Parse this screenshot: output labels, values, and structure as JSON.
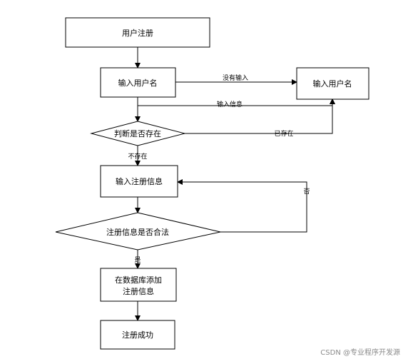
{
  "nodes": {
    "register": "用户注册",
    "input_username": "输入用户名",
    "input_username_right": "输入用户名",
    "check_exists": "判断是否存在",
    "input_info": "输入注册信息",
    "check_valid": "注册信息是否合法",
    "add_db_line1": "在数据库添加",
    "add_db_line2": "注册信息",
    "success": "注册成功"
  },
  "edges": {
    "no_input": "没有输入",
    "input_info": "输入信息",
    "exists": "已存在",
    "not_exists": "不存在",
    "no": "否",
    "yes": "是"
  },
  "watermark": "CSDN @专业程序开发源"
}
